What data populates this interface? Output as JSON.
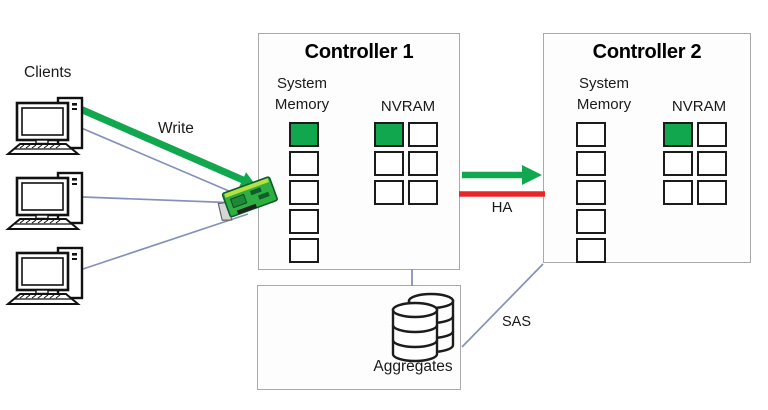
{
  "colors": {
    "green": "#10a74f",
    "red": "#e92528",
    "line-blue": "#8590bb",
    "box-border": "#a9a9a9",
    "cell-border": "#1b1b1b",
    "nic-green": "#2fae43",
    "nic-dark": "#0c5f26",
    "bracket-gray": "#d6d6d6"
  },
  "icons": {
    "clients": "desktop-computer-icon",
    "nic": "network-adapter-icon",
    "aggregates": "database-stack-icon",
    "write_arrow": "green-right-arrow",
    "ha_green_arrow": "green-right-arrow",
    "ha_red_line": "red-line"
  },
  "clients": {
    "label": "Clients",
    "count": 3
  },
  "write_link": {
    "label": "Write"
  },
  "ha_link": {
    "label": "HA"
  },
  "sas_link": {
    "label": "SAS"
  },
  "controller1": {
    "title": "Controller 1",
    "system_memory_label": "System\nMemory",
    "nvram_label": "NVRAM",
    "system_memory_grid": {
      "rows": 5,
      "cols": 1,
      "filled": [
        0
      ]
    },
    "nvram_grid": {
      "rows": 3,
      "cols": 2,
      "filled": [
        0
      ]
    }
  },
  "controller2": {
    "title": "Controller 2",
    "system_memory_label": "System\nMemory",
    "nvram_label": "NVRAM",
    "system_memory_grid": {
      "rows": 5,
      "cols": 1,
      "filled": []
    },
    "nvram_grid": {
      "rows": 3,
      "cols": 2,
      "filled": [
        0
      ]
    }
  },
  "aggregates": {
    "label": "Aggregates"
  }
}
